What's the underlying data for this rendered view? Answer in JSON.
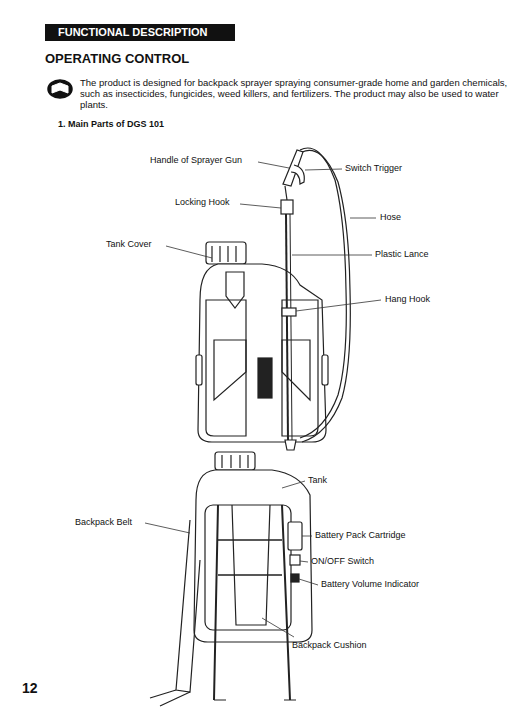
{
  "diagram": {
    "title": "FUNCTIONAL DESCRIPTION",
    "labels": [
      "OPERATING CONTROL",
      "The product is designed for backpack sprayer spraying consumer-grade home and garden chemicals, such as insecticides, fungicides, weed killers, and fertilizers. The product may also be used to water plants.",
      "1. Main Parts of DGS 101",
      "Handle of Sprayer Gun",
      "Switch Trigger",
      "Locking Hook",
      "Hose",
      "Tank Cover",
      "Plastic Lance",
      "Hang Hook",
      "Tank",
      "Backpack Belt",
      "Battery Pack Cartridge",
      "ON/OFF Switch",
      "Battery Volume Indicator",
      "Backpack Cushion",
      "12"
    ]
  }
}
